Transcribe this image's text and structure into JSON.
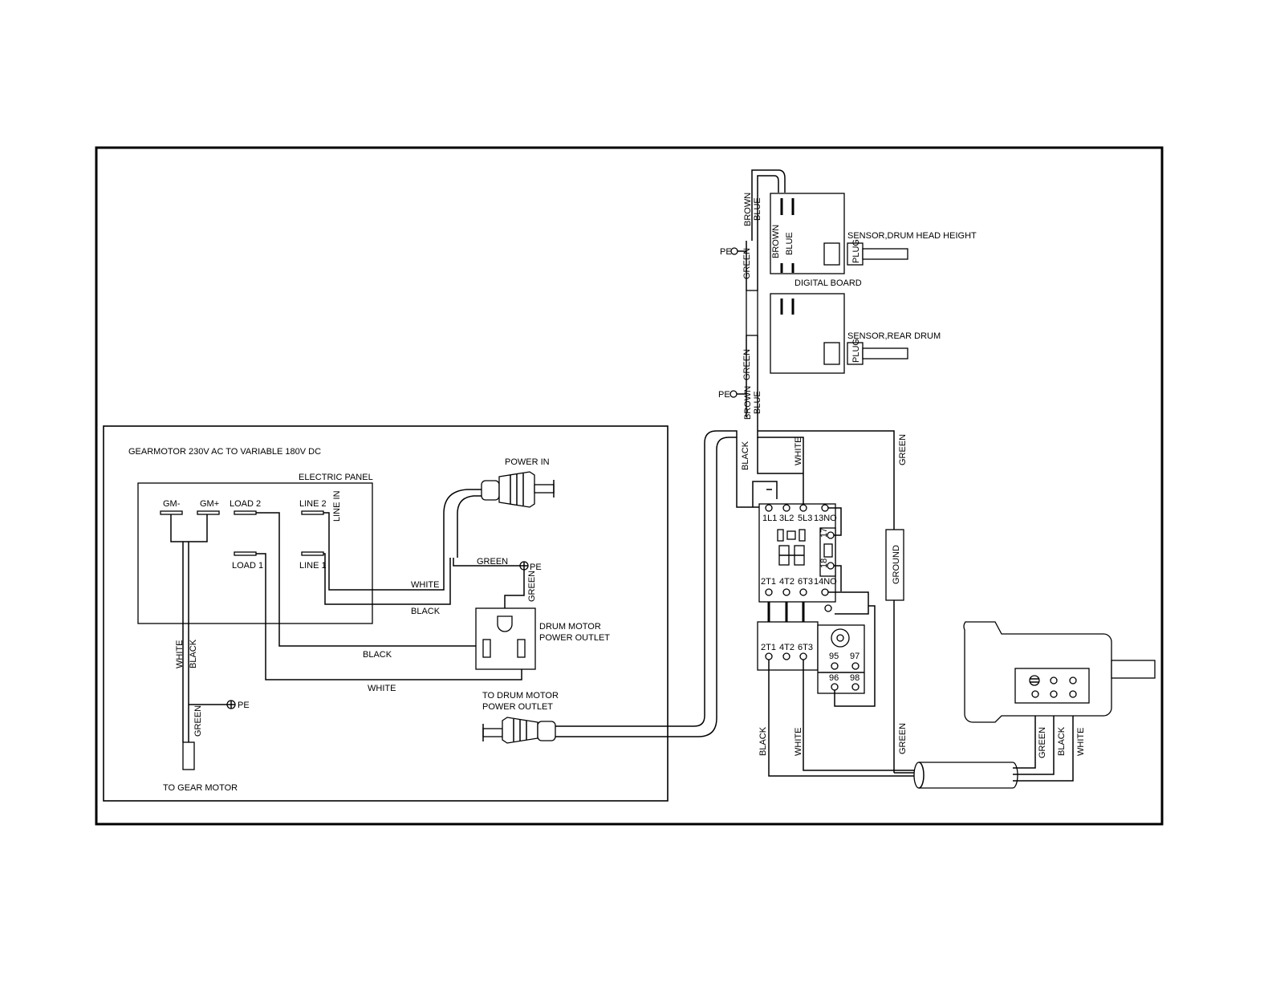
{
  "left_panel": {
    "title": "GEARMOTOR 230V AC TO VARIABLE 180V DC",
    "electric_panel": "ELECTRIC PANEL",
    "gm_minus": "GM-",
    "gm_plus": "GM+",
    "load2": "LOAD 2",
    "load1": "LOAD 1",
    "line2": "LINE 2",
    "line1": "LINE 1",
    "line_in": "LINE IN",
    "power_in": "POWER IN",
    "green": "GREEN",
    "pe": "PE",
    "white": "WHITE",
    "black": "BLACK",
    "drum_outlet_1": "DRUM MOTOR",
    "drum_outlet_2": "POWER OUTLET",
    "to_drum_1": "TO DRUM MOTOR",
    "to_drum_2": "POWER OUTLET",
    "to_gear_motor": "TO GEAR MOTOR"
  },
  "right_panel": {
    "brown": "BROWN",
    "blue": "BLUE",
    "green": "GREEN",
    "black": "BLACK",
    "white": "WHITE",
    "pe": "PE",
    "sensor_drum_head": "SENSOR,DRUM HEAD HEIGHT",
    "sensor_rear_drum": "SENSOR,REAR DRUM",
    "digital_board": "DIGITAL BOARD",
    "plug": "PLUG",
    "ground": "GROUND",
    "contactor_top": [
      "1L1",
      "3L2",
      "5L3",
      "13NO"
    ],
    "contactor_bottom": [
      "2T1",
      "4T2",
      "6T3",
      "14NO"
    ],
    "aux_top": "17",
    "aux_mid": "18",
    "overload_terms": [
      "2T1",
      "4T2",
      "6T3"
    ],
    "relay_95": "95",
    "relay_97": "97",
    "relay_96": "96",
    "relay_98": "98"
  }
}
